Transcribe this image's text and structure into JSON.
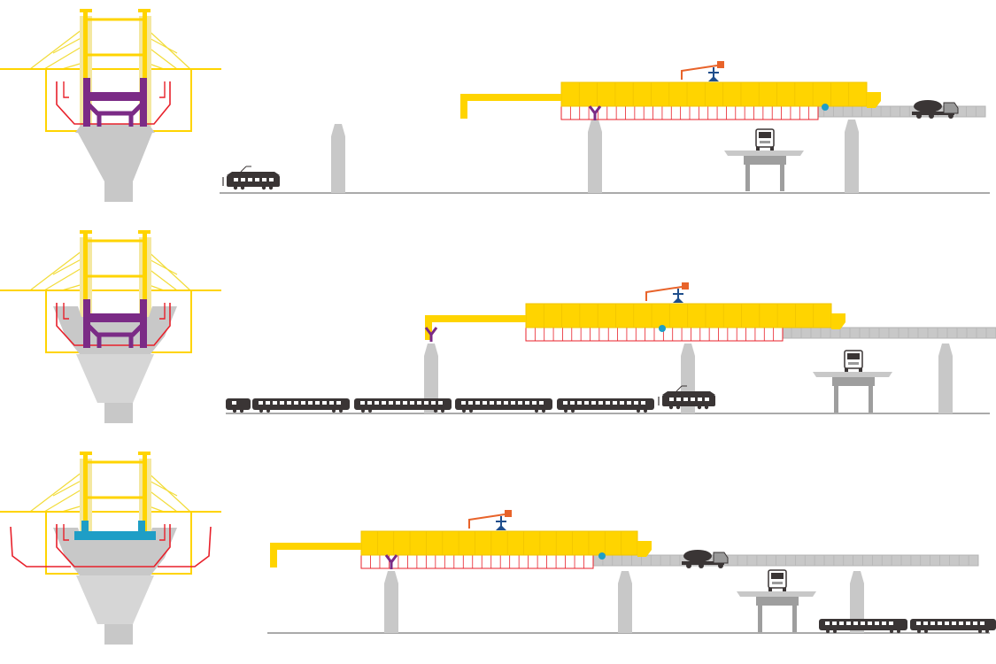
{
  "diagram": {
    "description_visible_text": "",
    "stages": [
      {
        "id": "stage-1",
        "cross_section": "purple-frame-lowered",
        "train_cars": 0,
        "locomotive": "left"
      },
      {
        "id": "stage-2",
        "cross_section": "purple-frame-raised",
        "train_cars": 5,
        "locomotive": "right"
      },
      {
        "id": "stage-3",
        "cross_section": "cyan-beam-final",
        "train_cars": 2,
        "locomotive": "none"
      }
    ],
    "colors": {
      "gantry_yellow": "#FFD400",
      "cable_yellow": "#F2DC3A",
      "column_light": "#F4E8A0",
      "frame_purple": "#7B2B86",
      "formwork_red": "#E8212B",
      "beam_cyan": "#1E9EC6",
      "concrete_grey": "#C8C8C8",
      "crane_orange": "#E8632A",
      "crane_base_blue": "#1F4E8C",
      "train_dark": "#3A3535",
      "ground_line": "#555555"
    }
  }
}
